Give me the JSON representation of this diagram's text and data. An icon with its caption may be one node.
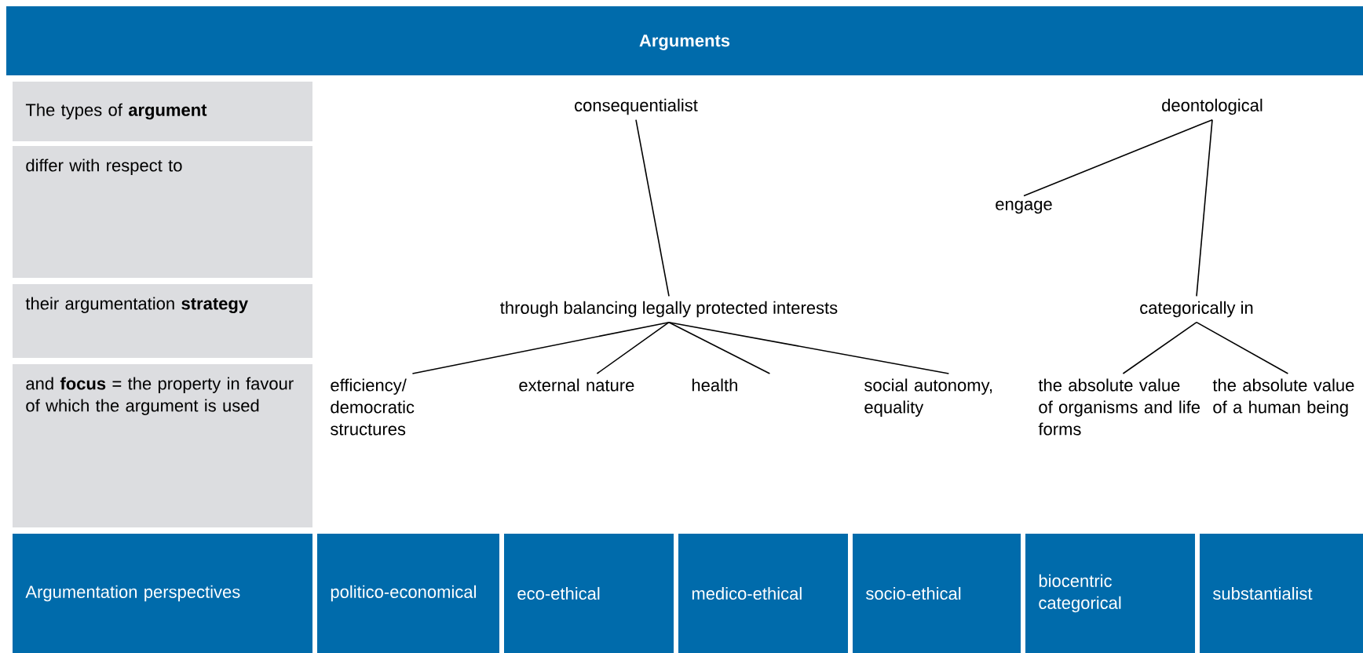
{
  "diagram": {
    "title": "Arguments",
    "nodes": [
      {
        "text": [
          "The types of **argument**"
        ]
      },
      {
        "text": [
          "differ with respect to"
        ]
      },
      {
        "text": [
          "their argumentation **strategy**"
        ]
      },
      {
        "text": [
          "and **focus** = the property in favour of which the argument is used"
        ]
      },
      {
        "text": [
          "consequentialist"
        ]
      },
      {
        "text": [
          "deontological"
        ]
      },
      {
        "text": [
          "engage"
        ]
      },
      {
        "text": [
          "through balancing legally protected interests"
        ]
      },
      {
        "text": [
          "categorically in"
        ]
      },
      {
        "text": [
          "efficiency/ democratic structures"
        ]
      },
      {
        "text": [
          "external nature"
        ]
      },
      {
        "text": [
          "health"
        ]
      },
      {
        "text": [
          "social autonomy, equality"
        ]
      },
      {
        "text": [
          "the absolute value of organisms and life forms"
        ]
      },
      {
        "text": [
          "the absolute value of a human being"
        ]
      },
      {
        "text": [
          "Argumentation perspectives"
        ]
      },
      {
        "text": [
          "politico-economical"
        ]
      },
      {
        "text": [
          "eco-ethical"
        ]
      },
      {
        "text": [
          "medico-ethical"
        ]
      },
      {
        "text": [
          "socio-ethical"
        ]
      },
      {
        "text": [
          "biocentric categorical"
        ]
      },
      {
        "text": [
          "substantialist"
        ]
      }
    ],
    "edges": [
      {
        "from": 4,
        "to": 7,
        "arrow": "none"
      },
      {
        "from": 5,
        "to": 6,
        "arrow": "none"
      },
      {
        "from": 5,
        "to": 8,
        "arrow": "none"
      },
      {
        "from": 7,
        "to": 9,
        "arrow": "none"
      },
      {
        "from": 7,
        "to": 10,
        "arrow": "none"
      },
      {
        "from": 7,
        "to": 11,
        "arrow": "none"
      },
      {
        "from": 7,
        "to": 12,
        "arrow": "none"
      },
      {
        "from": 8,
        "to": 13,
        "arrow": "none"
      },
      {
        "from": 8,
        "to": 14,
        "arrow": "none"
      }
    ]
  }
}
